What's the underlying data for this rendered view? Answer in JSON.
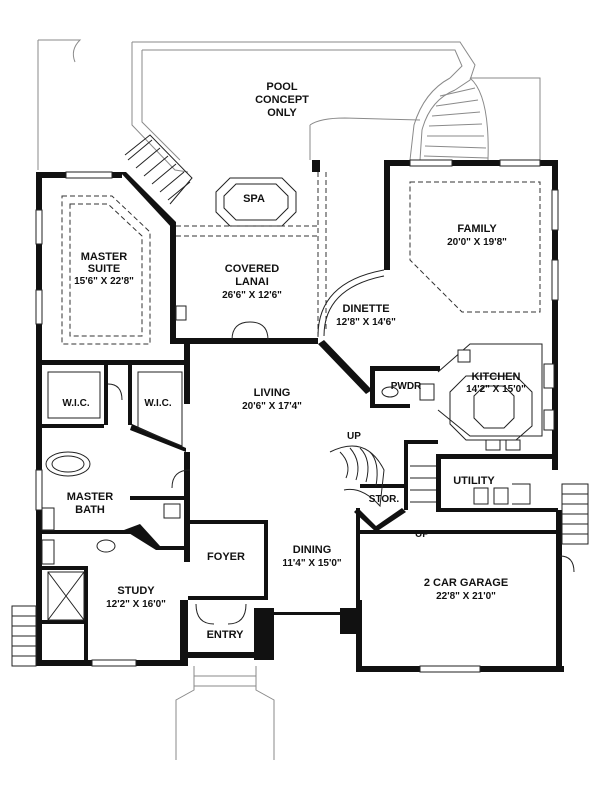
{
  "rooms": {
    "pool": {
      "line1": "POOL",
      "line2": "CONCEPT",
      "line3": "ONLY"
    },
    "spa": {
      "name": "SPA"
    },
    "family": {
      "name": "FAMILY",
      "dims": "20'0\" X 19'8\""
    },
    "master_suite": {
      "line1": "MASTER",
      "line2": "SUITE",
      "dims": "15'6\" X 22'8\""
    },
    "covered_lanai": {
      "line1": "COVERED",
      "line2": "LANAI",
      "dims": "26'6\" X 12'6\""
    },
    "dinette": {
      "name": "DINETTE",
      "dims": "12'8\" X 14'6\""
    },
    "pwdr": {
      "name": "PWDR"
    },
    "kitchen": {
      "name": "KITCHEN",
      "dims": "14'2\" X 15'0\""
    },
    "wic_left": {
      "name": "W.I.C."
    },
    "wic_right": {
      "name": "W.I.C."
    },
    "living": {
      "name": "LIVING",
      "dims": "20'6\" X 17'4\""
    },
    "master_bath": {
      "line1": "MASTER",
      "line2": "BATH"
    },
    "stor": {
      "name": "STOR."
    },
    "utility": {
      "name": "UTILITY"
    },
    "foyer": {
      "name": "FOYER"
    },
    "dining": {
      "name": "DINING",
      "dims": "11'4\" X 15'0\""
    },
    "study": {
      "name": "STUDY",
      "dims": "12'2\" X 16'0\""
    },
    "garage": {
      "name": "2 CAR GARAGE",
      "dims": "22'8\" X 21'0\""
    },
    "entry": {
      "name": "ENTRY"
    }
  },
  "stair_labels": {
    "up_main": "UP",
    "up_garage": "UP"
  }
}
